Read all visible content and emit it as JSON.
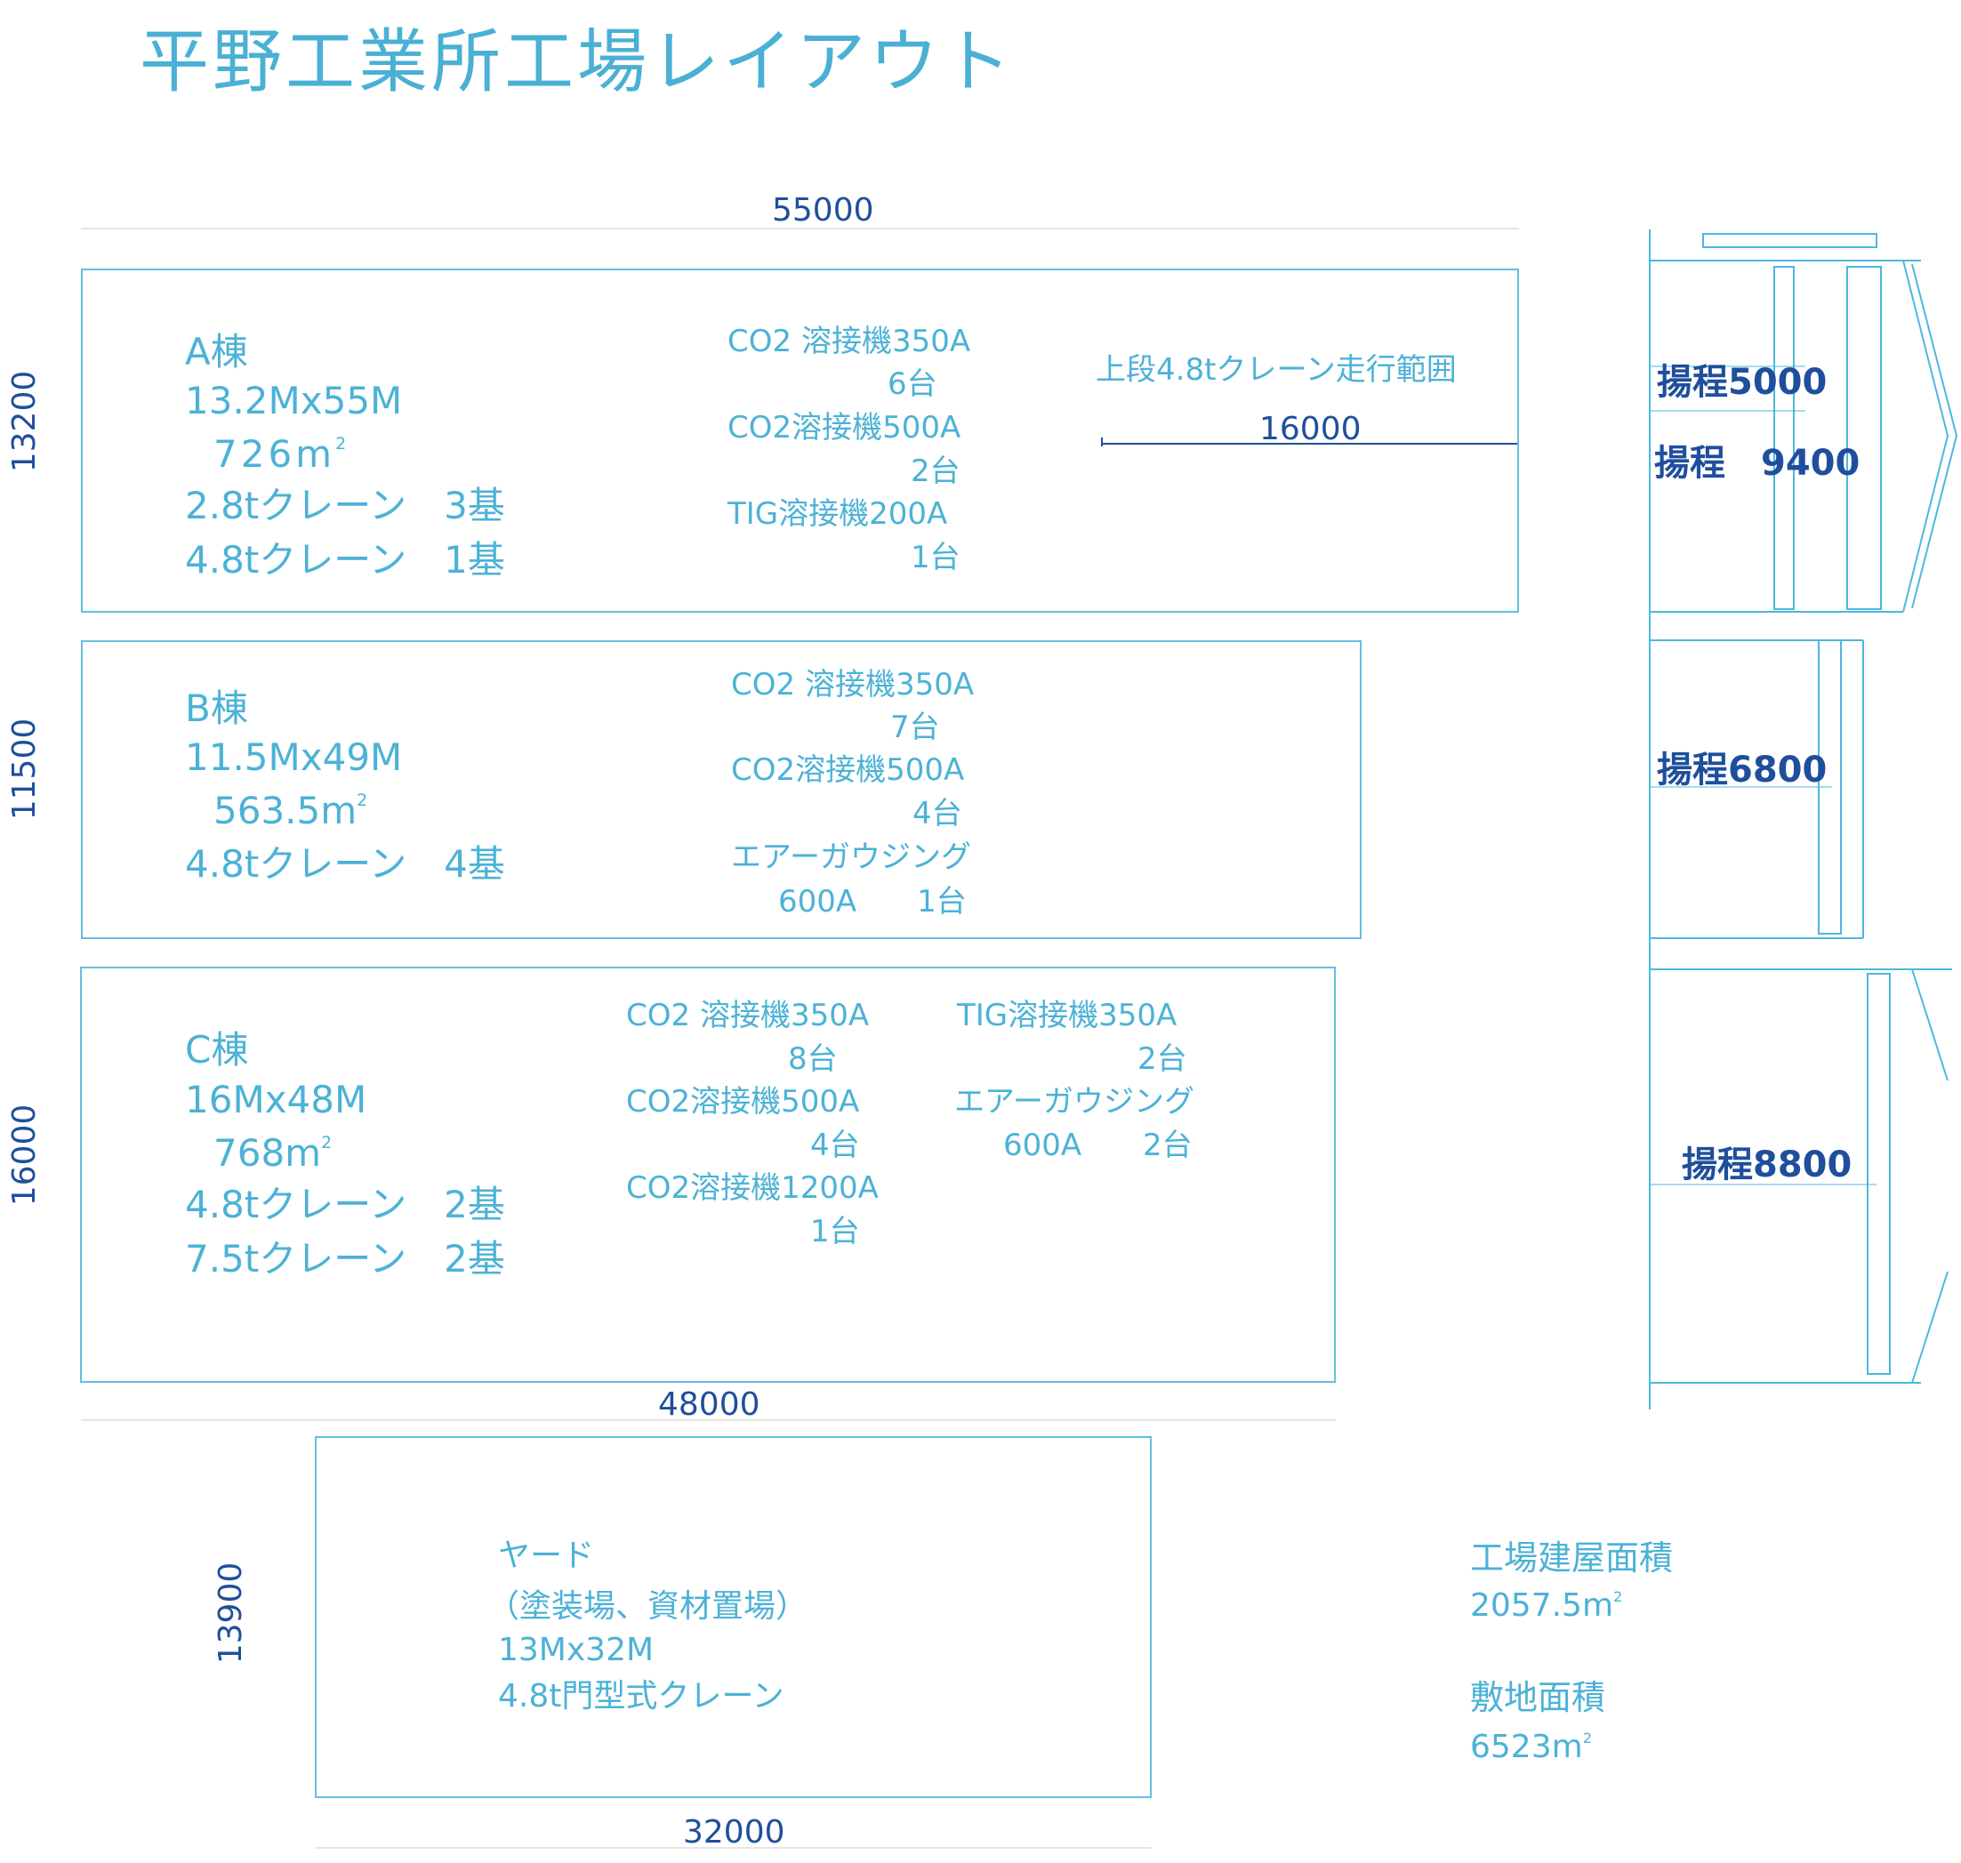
{
  "title": "平野工業所工場レイアウト",
  "dimensions": {
    "overall_width": "55000",
    "a_height": "13200",
    "b_height": "11500",
    "c_height": "16000",
    "c_width": "48000",
    "yard_height": "13900",
    "yard_width": "32000",
    "crane_range": "16000"
  },
  "building_a": {
    "name": "A棟",
    "size": "13.2Mx55M",
    "area": "726m",
    "cranes": [
      "2.8tクレーン　3基",
      "4.8tクレーン　1基"
    ],
    "equipment": [
      "CO2 溶接機350A",
      "6台",
      "CO2溶接機500A",
      "2台",
      "TIG溶接機200A",
      "1台"
    ],
    "crane_range_label": "上段4.8tクレーン走行範囲"
  },
  "building_b": {
    "name": "B棟",
    "size": "11.5Mx49M",
    "area": "563.5m",
    "cranes": [
      "4.8tクレーン　4基"
    ],
    "equipment": [
      "CO2 溶接機350A",
      "7台",
      "CO2溶接機500A",
      "4台",
      "エアーガウジング",
      "600A　　1台"
    ]
  },
  "building_c": {
    "name": "C棟",
    "size": "16Mx48M",
    "area": "768m",
    "cranes": [
      "4.8tクレーン　2基",
      "7.5tクレーン　2基"
    ],
    "equipment_left": [
      "CO2 溶接機350A",
      "8台",
      "CO2溶接機500A",
      "4台",
      "CO2溶接機1200A",
      "1台"
    ],
    "equipment_right": [
      "TIG溶接機350A",
      "2台",
      "エアーガウジング",
      "600A",
      "2台"
    ]
  },
  "yard": {
    "lines": [
      "ヤード",
      "（塗装場、資材置場）",
      "13Mx32M",
      "4.8t門型式クレーン"
    ]
  },
  "summary": {
    "building_area_label": "工場建屋面積",
    "building_area": "2057.5m",
    "site_area_label": "敷地面積",
    "site_area": "6523m"
  },
  "lift_heights": [
    "揚程5000",
    "揚程　9400",
    "揚程6800",
    "揚程8800"
  ]
}
